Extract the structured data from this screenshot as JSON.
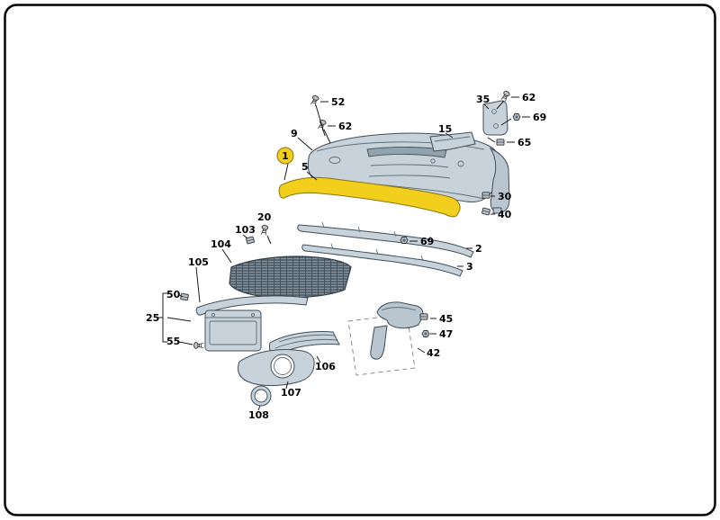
{
  "frame": {
    "background": "#ffffff",
    "border_color": "#000000"
  },
  "diagram": {
    "name": "front-bumper-exploded-parts-diagram",
    "colors": {
      "highlight": "#f2cf1c",
      "highlight_stroke": "#8a7410",
      "part_fill": "#c8d2da",
      "part_stroke": "#3f4e59"
    },
    "callouts": [
      {
        "label": "52"
      },
      {
        "label": "62"
      },
      {
        "label": "9"
      },
      {
        "label": "1"
      },
      {
        "label": "5"
      },
      {
        "label": "35"
      },
      {
        "label": "62"
      },
      {
        "label": "69"
      },
      {
        "label": "15"
      },
      {
        "label": "65"
      },
      {
        "label": "30"
      },
      {
        "label": "40"
      },
      {
        "label": "20"
      },
      {
        "label": "103"
      },
      {
        "label": "104"
      },
      {
        "label": "105"
      },
      {
        "label": "69"
      },
      {
        "label": "2"
      },
      {
        "label": "3"
      },
      {
        "label": "50"
      },
      {
        "label": "25"
      },
      {
        "label": "55"
      },
      {
        "label": "45"
      },
      {
        "label": "47"
      },
      {
        "label": "42"
      },
      {
        "label": "106"
      },
      {
        "label": "107"
      },
      {
        "label": "108"
      }
    ]
  }
}
